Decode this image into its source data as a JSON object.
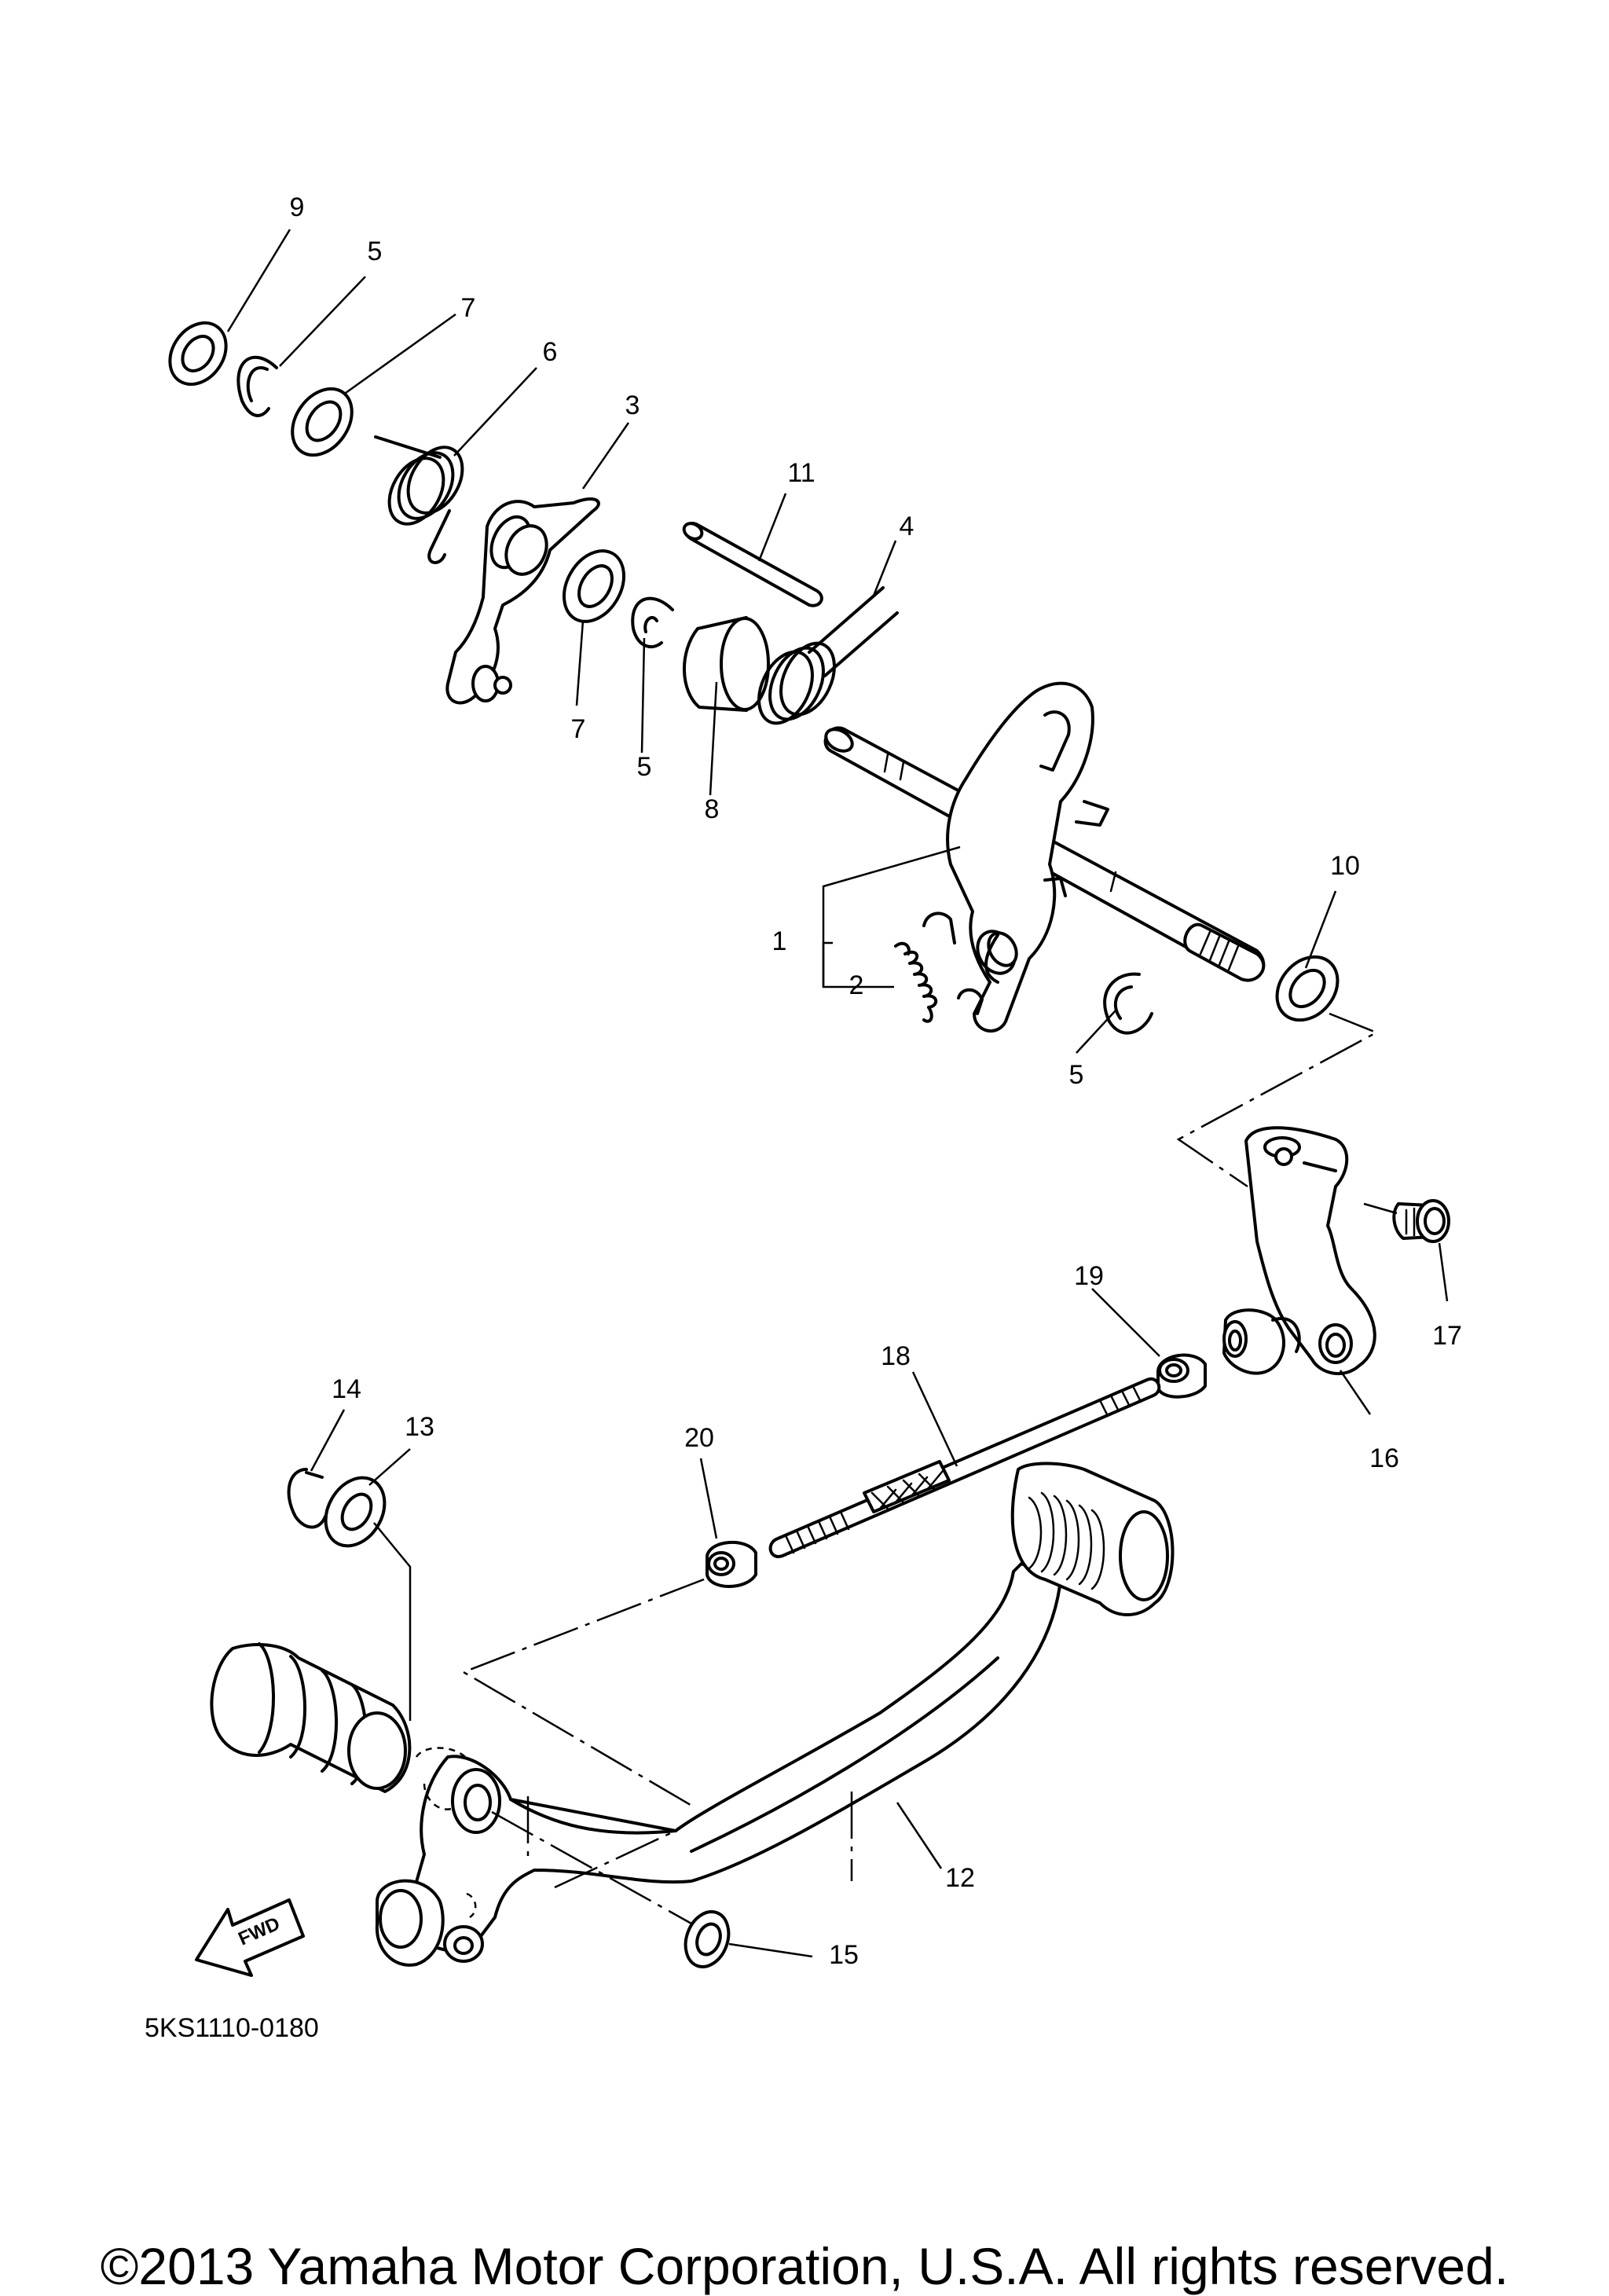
{
  "diagram": {
    "callouts": [
      {
        "id": "c9",
        "label": "9"
      },
      {
        "id": "c5a",
        "label": "5"
      },
      {
        "id": "c7a",
        "label": "7"
      },
      {
        "id": "c6",
        "label": "6"
      },
      {
        "id": "c3",
        "label": "3"
      },
      {
        "id": "c11",
        "label": "11"
      },
      {
        "id": "c4",
        "label": "4"
      },
      {
        "id": "c7b",
        "label": "7"
      },
      {
        "id": "c5b",
        "label": "5"
      },
      {
        "id": "c8",
        "label": "8"
      },
      {
        "id": "c10",
        "label": "10"
      },
      {
        "id": "c1",
        "label": "1"
      },
      {
        "id": "c2",
        "label": "2"
      },
      {
        "id": "c5c",
        "label": "5"
      },
      {
        "id": "c17",
        "label": "17"
      },
      {
        "id": "c19",
        "label": "19"
      },
      {
        "id": "c18",
        "label": "18"
      },
      {
        "id": "c16",
        "label": "16"
      },
      {
        "id": "c14",
        "label": "14"
      },
      {
        "id": "c13",
        "label": "13"
      },
      {
        "id": "c20",
        "label": "20"
      },
      {
        "id": "c12",
        "label": "12"
      },
      {
        "id": "c15",
        "label": "15"
      }
    ],
    "diagram_code": "5KS1110-0180",
    "fwd_label": "FWD"
  },
  "footer": {
    "copyright": "©2013 Yamaha Motor Corporation, U.S.A. All rights reserved."
  }
}
